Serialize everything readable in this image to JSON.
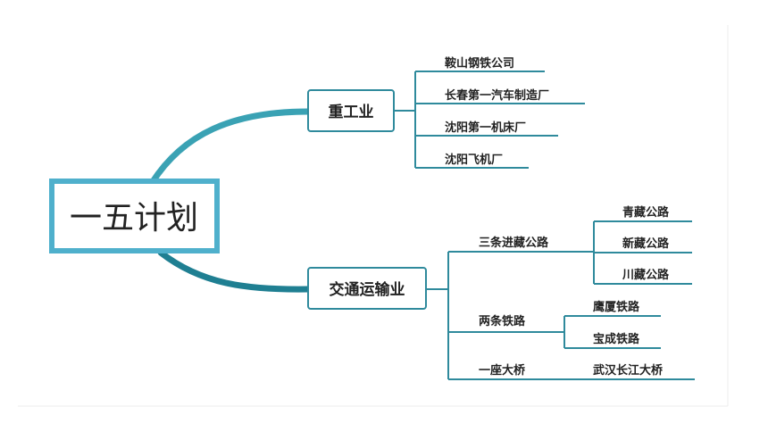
{
  "root": {
    "label": "一五计划",
    "color": "#4fb0cc"
  },
  "branch_color": "#2f8a9c",
  "branches": [
    {
      "label": "重工业",
      "children": [
        {
          "label": "鞍山钢铁公司"
        },
        {
          "label": "长春第一汽车制造厂"
        },
        {
          "label": "沈阳第一机床厂"
        },
        {
          "label": "沈阳飞机厂"
        }
      ]
    },
    {
      "label": "交通运输业",
      "children": [
        {
          "label": "三条进藏公路",
          "children": [
            "青藏公路",
            "新藏公路",
            "川藏公路"
          ]
        },
        {
          "label": "两条铁路",
          "children": [
            "鹰厦铁路",
            "宝成铁路"
          ]
        },
        {
          "label": "一座大桥",
          "children": [
            "武汉长江大桥"
          ]
        }
      ]
    }
  ]
}
